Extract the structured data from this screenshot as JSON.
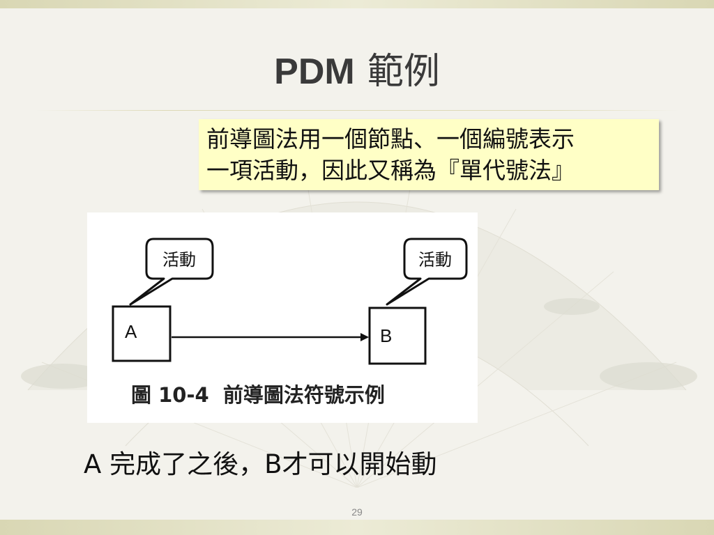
{
  "slide": {
    "title_latin": "PDM",
    "title_cjk": "範例",
    "callout_lines": [
      "前導圖法用一個節點、一個編號表示",
      "一項活動，因此又稱為『單代號法』"
    ],
    "figure": {
      "node_a_label": "A",
      "node_b_label": "B",
      "bubble_a_label": "活動",
      "bubble_b_label": "活動",
      "caption": "圖 10-4  前導圖法符號示例"
    },
    "bottom_text": "A 完成了之後，B才可以開始動",
    "page_number": "29"
  },
  "colors": {
    "callout_fill": "#ffffc6",
    "title_text": "#3a3a3a",
    "band": "#d9d7b4"
  }
}
